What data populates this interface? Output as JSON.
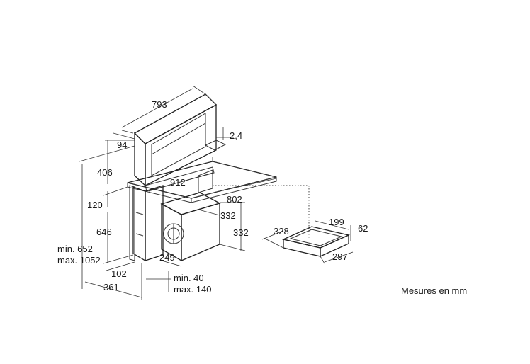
{
  "dimensions": {
    "hood_width": "793",
    "hood_depth": "94",
    "glass_thickness": "2,4",
    "hood_height": "406",
    "worktop_height": "120",
    "body_height": "646",
    "travel_min": "min. 652",
    "travel_max": "max. 1052",
    "cutout_width": "912",
    "cutout_depth": "802",
    "motor_width": "332",
    "motor_height": "332",
    "motor_depth": "249",
    "base_depth": "102",
    "total_depth": "361",
    "clearance_min": "min. 40",
    "clearance_max": "max. 140",
    "box_length": "328",
    "box_width": "199",
    "box_height": "62",
    "box_depth": "297"
  },
  "units_note": "Mesures en mm"
}
